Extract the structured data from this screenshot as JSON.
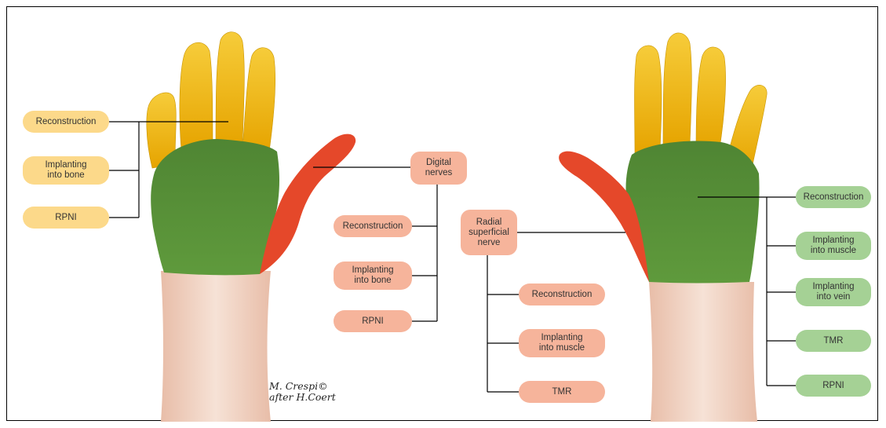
{
  "colors": {
    "finger_zone": "#f0b400",
    "palm_zone": "#5b8a3a",
    "radial_zone": "#e5482a",
    "skin": "#f1d5c4",
    "yellow_box": "#fcd98a",
    "salmon_box": "#f6b49b",
    "green_box": "#a5d195",
    "connector": "#000000"
  },
  "left_hand": {
    "finger_options": [
      "Reconstruction",
      "Implanting\ninto bone",
      "RPNI"
    ],
    "digital_label": "Digital\nnerves",
    "digital_options": [
      "Reconstruction",
      "Implanting\ninto bone",
      "RPNI"
    ]
  },
  "right_hand": {
    "radial_label": "Radial\nsuperficial\nnerve",
    "radial_options": [
      "Reconstruction",
      "Implanting\ninto muscle",
      "TMR"
    ],
    "palm_options": [
      "Reconstruction",
      "Implanting\ninto muscle",
      "Implanting\ninto vein",
      "TMR",
      "RPNI"
    ]
  },
  "signature": "M. Crespi©\nafter H.Coert"
}
